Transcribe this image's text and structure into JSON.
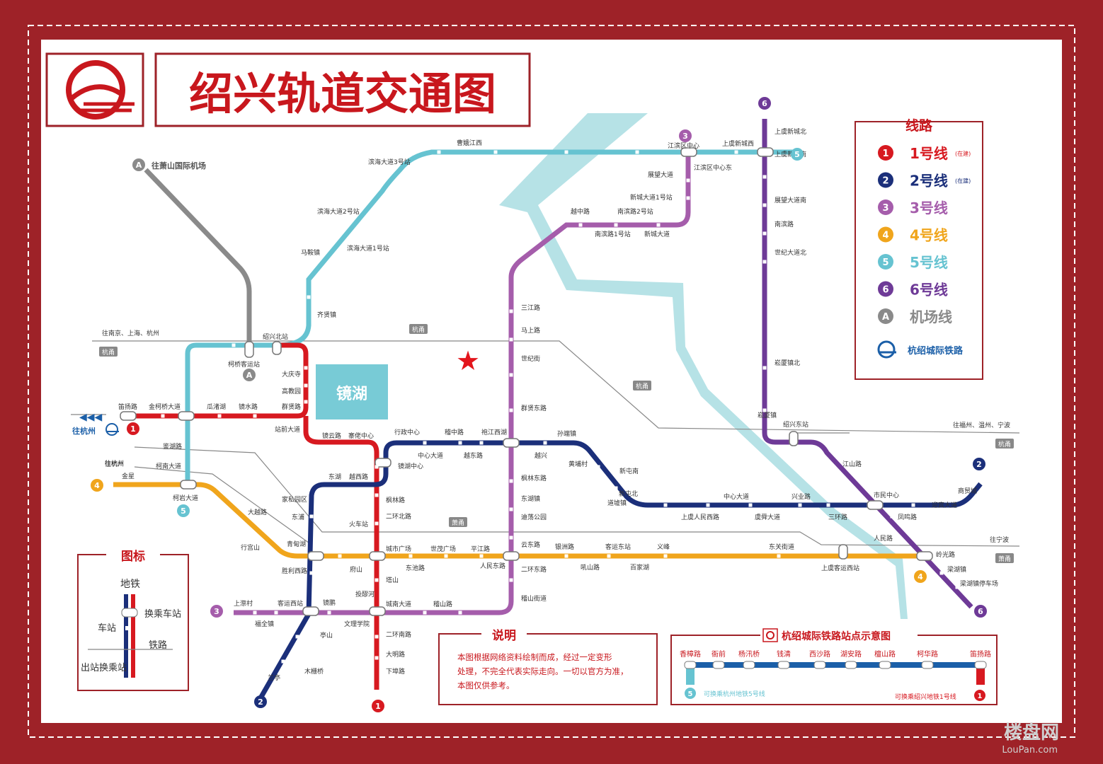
{
  "title": "绍兴轨道交通图",
  "map": {
    "lake": "镜湖",
    "airport_letter": "A",
    "airport_destination": "往萧山国际机场",
    "to_hangzhou": "往杭州"
  },
  "legend": {
    "title": "线路",
    "intercity": "杭绍城际铁路",
    "items": [
      {
        "badge": "1",
        "label": "1号线",
        "note": "(在建)",
        "color": "#d71920"
      },
      {
        "badge": "2",
        "label": "2号线",
        "note": "(在建)",
        "color": "#1b2f7a"
      },
      {
        "badge": "3",
        "label": "3号线",
        "note": "",
        "color": "#a55dab"
      },
      {
        "badge": "4",
        "label": "4号线",
        "note": "",
        "color": "#f0a51c"
      },
      {
        "badge": "5",
        "label": "5号线",
        "note": "",
        "color": "#66c3d1"
      },
      {
        "badge": "6",
        "label": "6号线",
        "note": "",
        "color": "#6e3a97"
      },
      {
        "badge": "A",
        "label": "机场线",
        "note": "",
        "color": "#8a8a8a"
      }
    ]
  },
  "icon_legend": {
    "title": "图标",
    "metro": "地铁",
    "transfer": "换乘车站",
    "station": "车站",
    "railway": "铁路",
    "exit_transfer": "出站换乘站"
  },
  "note": {
    "title": "说明",
    "line1": "本图根据网络资料绘制而成，经过一定变形",
    "line2": "处理，不完全代表实际走向。一切以官方为准，",
    "line3": "本图仅供参考。"
  },
  "intercity": {
    "title": "杭绍城际铁路站点示意图",
    "stations": [
      "香樟路",
      "衙前",
      "杨汛桥",
      "钱清",
      "西沙路",
      "湖安路",
      "檀山路",
      "柯华路",
      "笛扬路"
    ],
    "transfer_left_num": "5",
    "transfer_left": "可换乘杭州地铁5号线",
    "transfer_right": "可换乘绍兴地铁1号线",
    "transfer_right_num": "1"
  },
  "rail_badges": [
    "杭甬",
    "杭甬",
    "杭甬",
    "杭甬",
    "萧甬",
    "萧甬"
  ],
  "directions": [
    "往南京、上海、杭州",
    "往杭州",
    "往福州、温州、宁波",
    "往宁波"
  ],
  "end_badges": [
    {
      "text": "1",
      "color": "#d71920"
    },
    {
      "text": "1",
      "color": "#d71920"
    },
    {
      "text": "2",
      "color": "#1b2f7a"
    },
    {
      "text": "2",
      "color": "#1b2f7a"
    },
    {
      "text": "3",
      "color": "#a55dab"
    },
    {
      "text": "3",
      "color": "#a55dab"
    },
    {
      "text": "4",
      "color": "#f0a51c"
    },
    {
      "text": "4",
      "color": "#f0a51c"
    },
    {
      "text": "5",
      "color": "#66c3d1"
    },
    {
      "text": "5",
      "color": "#66c3d1"
    },
    {
      "text": "6",
      "color": "#6e3a97"
    },
    {
      "text": "6",
      "color": "#6e3a97"
    }
  ],
  "stations": [
    "曹娥江西",
    "滨海大道3号站",
    "滨海大道2号站",
    "马鞍镇",
    "滨海大道1号站",
    "齐贤镇",
    "绍兴北站",
    "柯桥客运站",
    "大庆寺",
    "高教园",
    "群贤路",
    "站前大道",
    "笛扬路",
    "金柯桥大道",
    "瓜渚湖",
    "镜水路",
    "鉴湖路",
    "柯南大道",
    "柯岩大道",
    "金星",
    "往杭州",
    "大越路",
    "行宫山",
    "家私园区",
    "东浦",
    "青甸湖",
    "胜利西路",
    "上漈村",
    "福全镇",
    "客运西站",
    "镜鹏",
    "亭山",
    "兰亭",
    "木栅桥",
    "文理学院",
    "二环南路",
    "大明路",
    "下埠路",
    "城南大道",
    "稽山路",
    "投醪河",
    "塔山",
    "府山",
    "东池路",
    "城市广场",
    "世茂广场",
    "平江路",
    "人民东路",
    "二环东路",
    "稽山街道",
    "火车站",
    "二环北路",
    "枫林路",
    "镜湖中心",
    "越西路",
    "东湖",
    "镜云路",
    "寨佬中心",
    "中心大道",
    "行政中心",
    "稽中路",
    "越东路",
    "袍江西湖",
    "越兴",
    "枫林东路",
    "东湖镇",
    "迪荡公园",
    "孙端镇",
    "黄埔村",
    "新屯南",
    "道墟镇",
    "新屯北",
    "上虞人民西路",
    "中心大道",
    "虞舜大道",
    "兴业路",
    "三环路",
    "市民中心",
    "凤鸣路",
    "迎宾大道",
    "商贸城",
    "云东路",
    "银洲路",
    "客运东站",
    "义峰",
    "吼山路",
    "百家湖",
    "东关街道",
    "上虞客运西站",
    "人民路",
    "岭光路",
    "梁湖镇",
    "梁湖镇停车场",
    "三江路",
    "马上路",
    "世纪街",
    "群贤东路",
    "越中路",
    "南滨路2号站",
    "南滨路1号站",
    "新城大道",
    "新城大道1号站",
    "展望大道",
    "江滨区中心",
    "江滨区中心东",
    "上虞新城西",
    "上虞新城北",
    "上虞新城南",
    "展望大道南",
    "南滨路",
    "世纪大道北",
    "崧厦镇北",
    "崧厦镇",
    "绍兴东站",
    "江山路"
  ]
}
